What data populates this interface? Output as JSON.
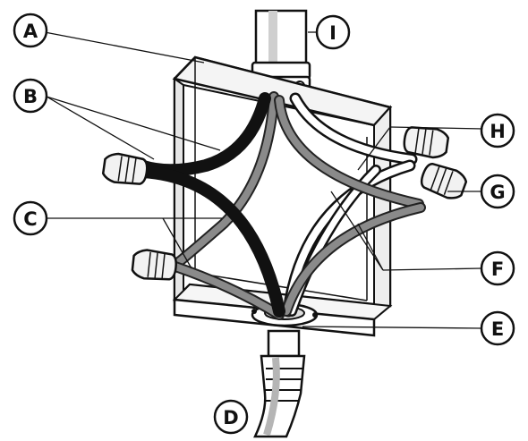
{
  "diagram": {
    "colors": {
      "outline": "#111111",
      "box_fill": "#ffffff",
      "box_shade": "#e6e6e6",
      "hot_wire": "#111111",
      "gray_wire": "#8a8a8a",
      "gray_wire_edge": "#3a3a3a",
      "white_wire": "#ffffff",
      "wire_nut": "#f2f2f2"
    },
    "callouts": [
      {
        "id": "A",
        "label": "A"
      },
      {
        "id": "B",
        "label": "B"
      },
      {
        "id": "C",
        "label": "C"
      },
      {
        "id": "D",
        "label": "D"
      },
      {
        "id": "E",
        "label": "E"
      },
      {
        "id": "F",
        "label": "F"
      },
      {
        "id": "G",
        "label": "G"
      },
      {
        "id": "H",
        "label": "H"
      },
      {
        "id": "I",
        "label": "I"
      }
    ]
  }
}
